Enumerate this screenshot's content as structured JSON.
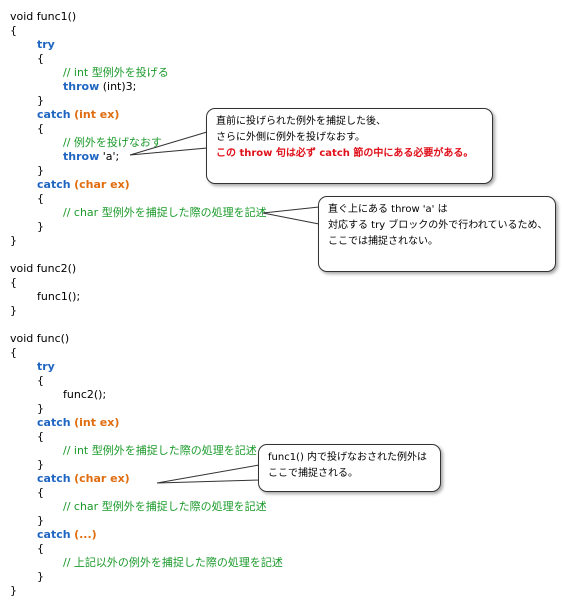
{
  "func1": {
    "signature": "void func1()",
    "open": "{",
    "try_kw": "try",
    "try_open": "{",
    "try_comment": "// int 型例外を投げる",
    "throw_kw": "throw",
    "throw_rest": " (int)3;",
    "try_close": "}",
    "catch1_kw": "catch",
    "catch1_params": "(int ex)",
    "catch1_open": "{",
    "catch1_comment": "// 例外を投げなおす",
    "rethrow_kw": "throw",
    "rethrow_rest": " 'a';",
    "catch1_close": "}",
    "catch2_kw": "catch",
    "catch2_params": "(char ex)",
    "catch2_open": "{",
    "catch2_comment": "// char 型例外を捕捉した際の処理を記述",
    "catch2_close": "}",
    "close": "}"
  },
  "func2": {
    "signature": "void func2()",
    "open": "{",
    "call": "func1();",
    "close": "}"
  },
  "func": {
    "signature": "void func()",
    "open": "{",
    "try_kw": "try",
    "try_open": "{",
    "call": "func2();",
    "try_close": "}",
    "catch1_kw": "catch",
    "catch1_params": "(int ex)",
    "catch1_open": "{",
    "catch1_comment": "// int 型例外を捕捉した際の処理を記述",
    "catch1_close": "}",
    "catch2_kw": "catch",
    "catch2_params": "(char ex)",
    "catch2_open": "{",
    "catch2_comment": "// char 型例外を捕捉した際の処理を記述",
    "catch2_close": "}",
    "catch3_kw": "catch",
    "catch3_params": "(...)",
    "catch3_open": "{",
    "catch3_comment": "// 上記以外の例外を捕捉した際の処理を記述",
    "catch3_close": "}",
    "close": "}"
  },
  "callouts": {
    "rethrow_note": {
      "line1": "直前に投げられた例外を捕捉した後、",
      "line2": "さらに外側に例外を投げなおす。",
      "line3_emphasis": "この throw 句は必ず catch 節の中にある必要がある。"
    },
    "uncaught_note": {
      "line1": "直ぐ上にある throw 'a' は",
      "line2": "対応する try ブロックの外で行われているため、",
      "line3": "ここでは捕捉されない。"
    },
    "caught_note": {
      "line1": "func1() 内で投げなおされた例外は",
      "line2": "ここで捕捉される。"
    }
  },
  "colors": {
    "keyword": "#1f66c2",
    "catch_param": "#e06d10",
    "comment": "#1a9a2a",
    "emphasis": "#e0101a"
  }
}
